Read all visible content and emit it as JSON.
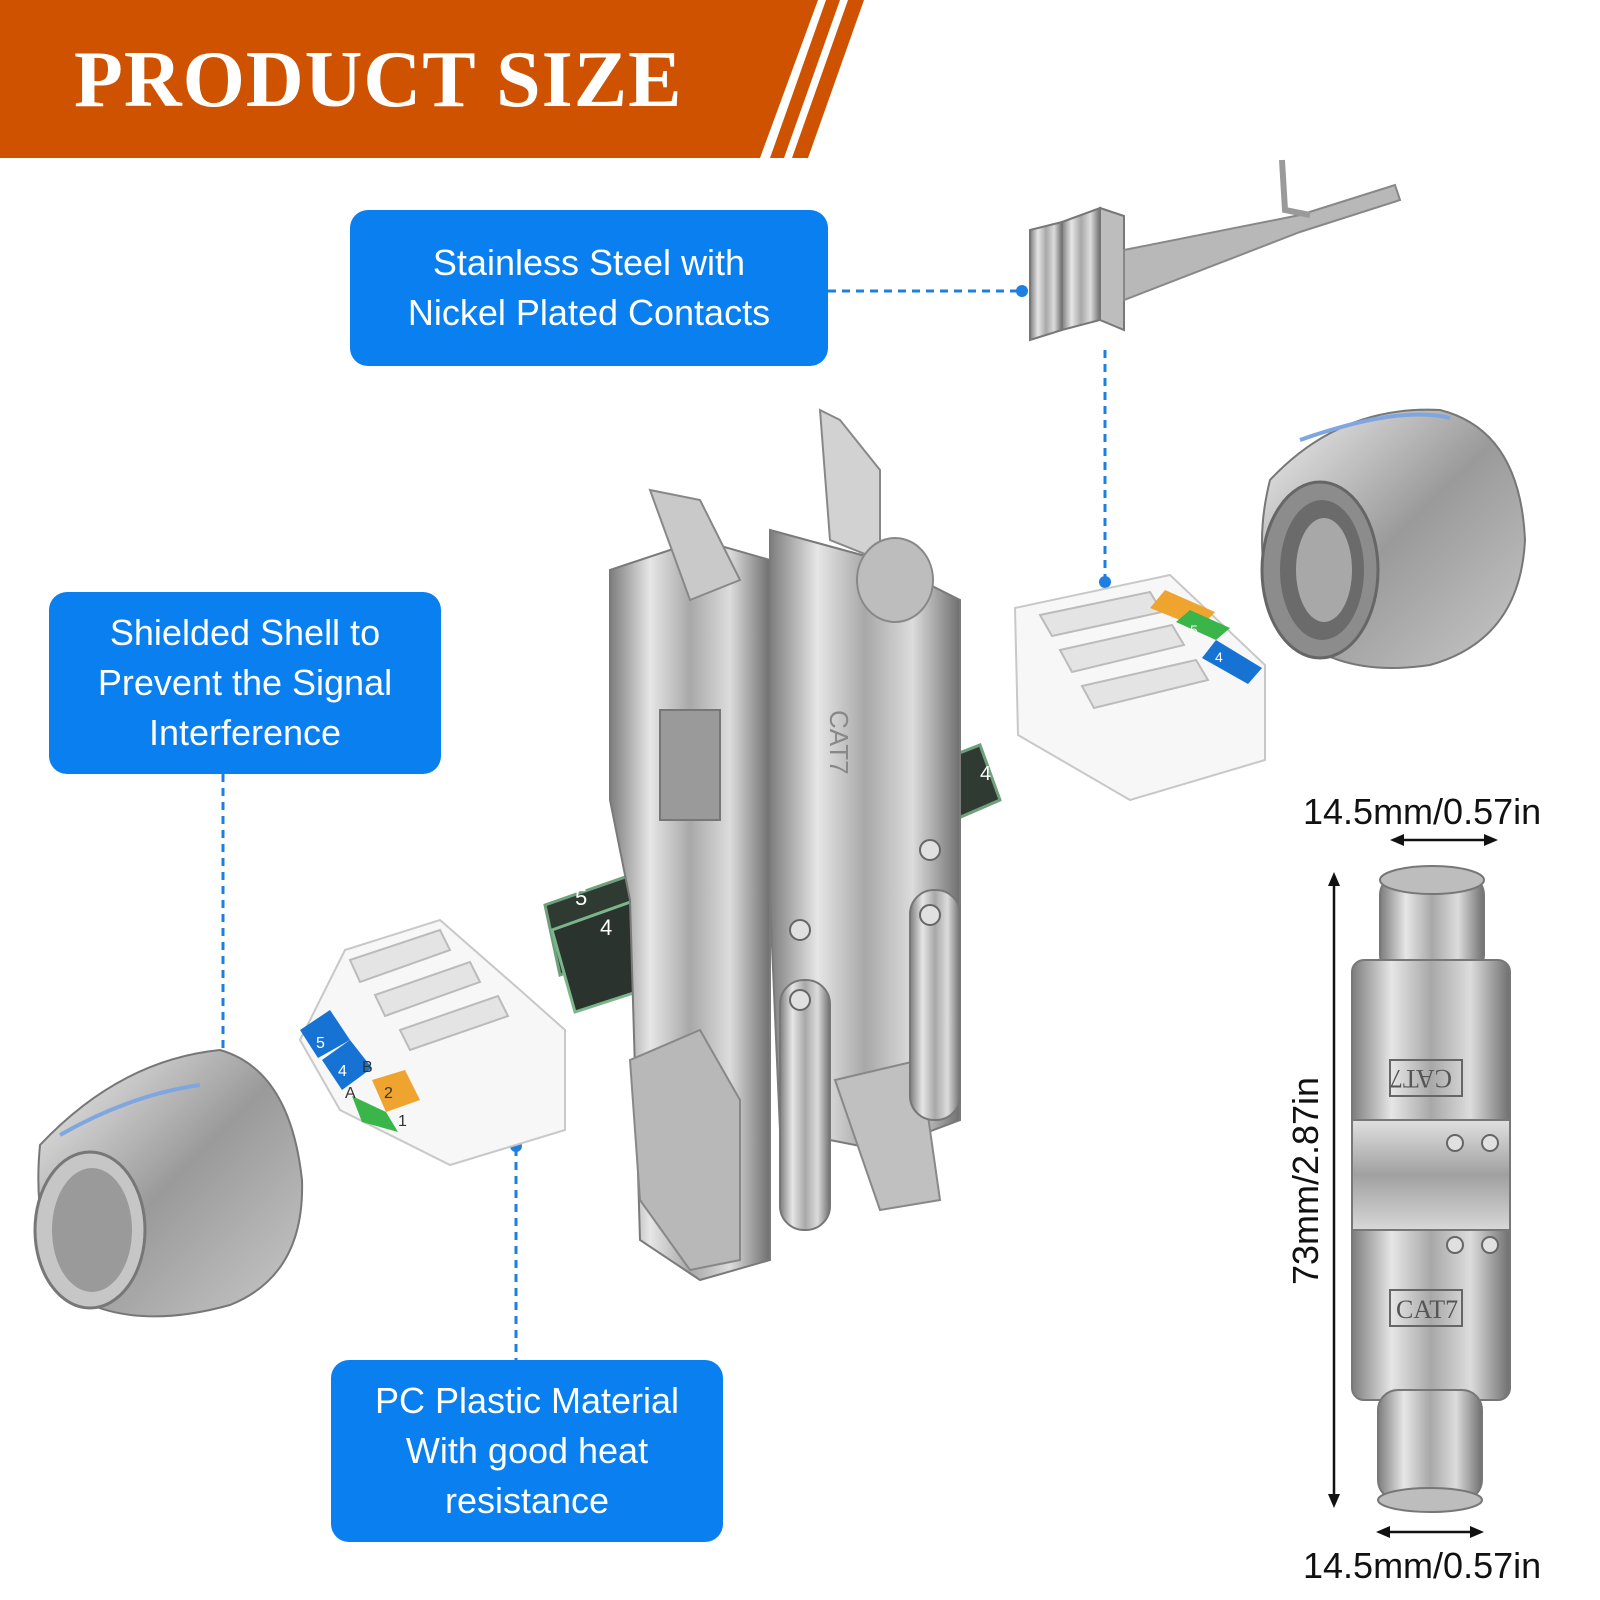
{
  "banner": {
    "title": "PRODUCT SIZE",
    "color": "#cf5200"
  },
  "callouts": {
    "steel": [
      "Stainless Steel with",
      "Nickel Plated Contacts"
    ],
    "shield": [
      "Shielded Shell to",
      "Prevent the Signal",
      "Interference"
    ],
    "pc": [
      "PC Plastic Material",
      "With good heat",
      "resistance"
    ]
  },
  "callout_color": "#0a7ff0",
  "dimensions": {
    "width_top": "14.5mm/0.57in",
    "width_bottom": "14.5mm/0.57in",
    "height": "73mm/2.87in"
  },
  "product": {
    "label_top": "CAT7",
    "label_bottom": "CAT7",
    "pcb_numbers": [
      "5",
      "4",
      "2",
      "1"
    ],
    "pcb_numbers_right": [
      "4",
      "5"
    ],
    "block_left_labels": [
      "5",
      "4",
      "B",
      "A",
      "2",
      "1"
    ],
    "block_right_labels": [
      "5",
      "4"
    ]
  }
}
